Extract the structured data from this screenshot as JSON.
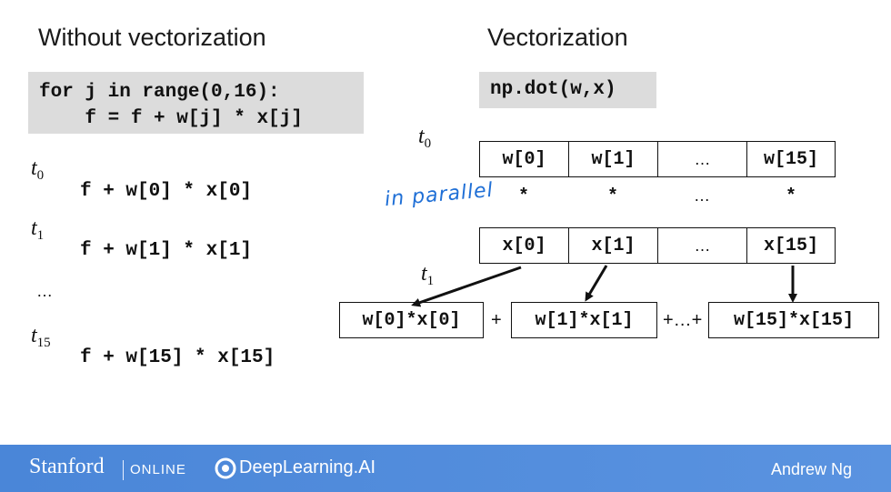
{
  "left": {
    "heading": "Without vectorization",
    "code_line1": "for j in range(0,16):",
    "code_line2": "    f = f + w[j] * x[j]",
    "steps": [
      {
        "t": "t",
        "sub": "0",
        "expr": "f + w[0] * x[0]"
      },
      {
        "t": "t",
        "sub": "1",
        "expr": "f + w[1] * x[1]"
      },
      {
        "ellipsis": "…"
      },
      {
        "t": "t",
        "sub": "15",
        "expr": "f + w[15] * x[15]"
      }
    ]
  },
  "right": {
    "heading": "Vectorization",
    "code": "np.dot(w,x)",
    "t0": {
      "t": "t",
      "sub": "0"
    },
    "t1": {
      "t": "t",
      "sub": "1"
    },
    "w_cells": [
      "w[0]",
      "w[1]",
      "…",
      "w[15]"
    ],
    "stars": [
      "*",
      "*",
      "…",
      "*"
    ],
    "x_cells": [
      "x[0]",
      "x[1]",
      "…",
      "x[15]"
    ],
    "handwritten_note": "in parallel",
    "results": [
      "w[0]*x[0]",
      "w[1]*x[1]",
      "w[15]*x[15]"
    ],
    "ops": [
      "+",
      "+…+"
    ]
  },
  "footer": {
    "stanford": "Stanford",
    "online": "ONLINE",
    "deeplearning": "DeepLearning.AI",
    "author": "Andrew Ng",
    "background_color": "#4a86d8"
  }
}
